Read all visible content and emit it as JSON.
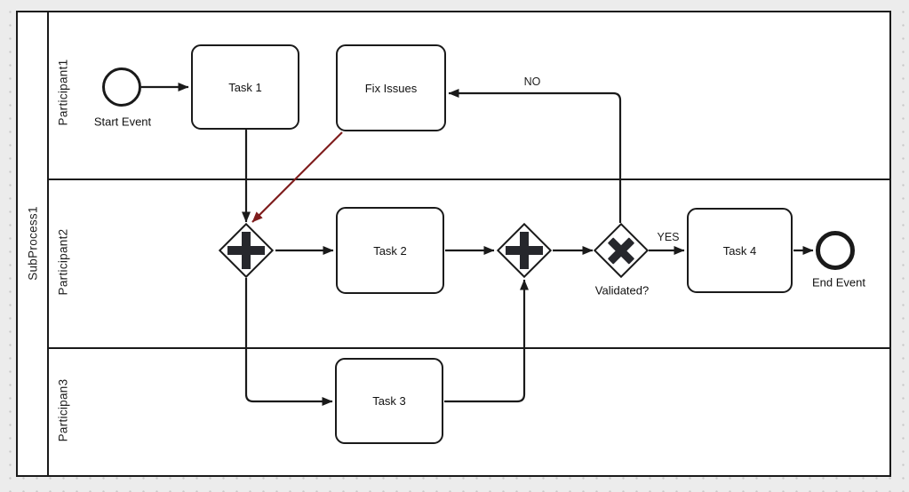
{
  "pool": {
    "label": "SubProcess1"
  },
  "lanes": [
    {
      "label": "Participant1"
    },
    {
      "label": "Participant2"
    },
    {
      "label": "Participan3"
    }
  ],
  "nodes": {
    "start_event": {
      "label": "Start Event"
    },
    "task1": {
      "label": "Task 1"
    },
    "fix_issues": {
      "label": "Fix Issues"
    },
    "task2": {
      "label": "Task 2"
    },
    "task3": {
      "label": "Task 3"
    },
    "task4": {
      "label": "Task 4"
    },
    "gateway_exclusive": {
      "label": "Validated?"
    },
    "end_event": {
      "label": "End Event"
    }
  },
  "edge_labels": {
    "no": "NO",
    "yes": "YES"
  },
  "colors": {
    "stroke": "#1a1a1a",
    "node_fill": "#ffffff",
    "revision_edge": "#7f1d1d",
    "gateway_symbol": "#26272c",
    "canvas_background": "#ececec"
  }
}
